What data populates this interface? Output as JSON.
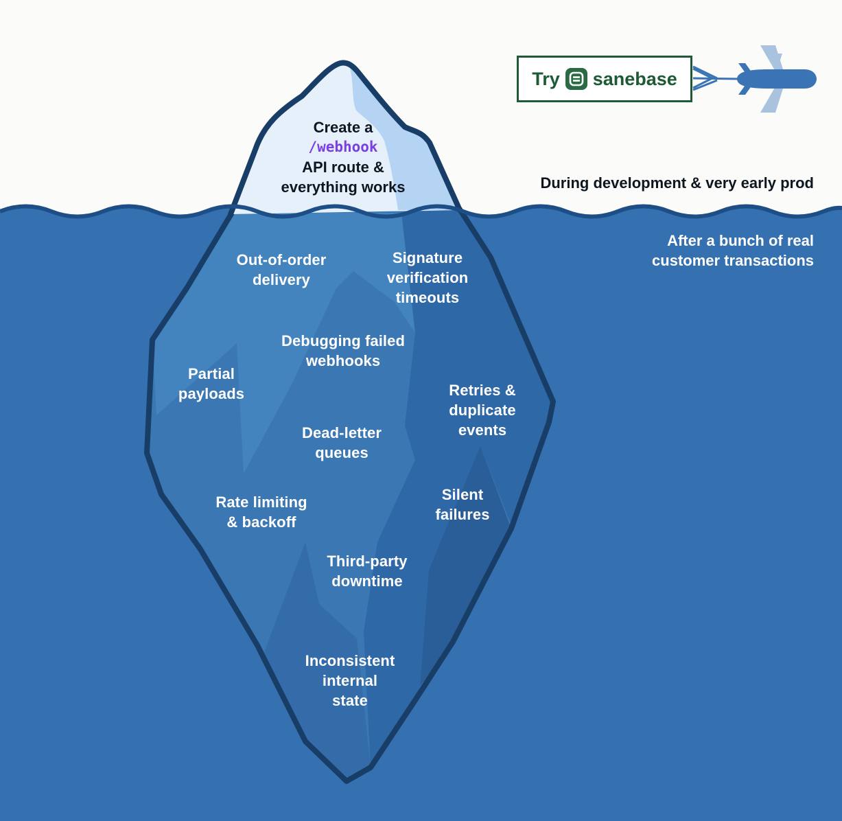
{
  "banner": {
    "try_label": "Try",
    "brand_name": "sanebase",
    "logo_icon": "sanebase-logo-icon"
  },
  "captions": {
    "above_water": "During development & very early prod",
    "below_water_lines": [
      "After a bunch of real",
      "customer transactions"
    ]
  },
  "tip": {
    "line1": "Create a",
    "line2_code": "/webhook",
    "line3": "API route &",
    "line4": "everything works"
  },
  "submerged_items": [
    {
      "id": "out-of-order-delivery",
      "lines": [
        "Out-of-order",
        "delivery"
      ]
    },
    {
      "id": "signature-verification-timeouts",
      "lines": [
        "Signature",
        "verification",
        "timeouts"
      ]
    },
    {
      "id": "debugging-failed-webhooks",
      "lines": [
        "Debugging failed",
        "webhooks"
      ]
    },
    {
      "id": "partial-payloads",
      "lines": [
        "Partial",
        "payloads"
      ]
    },
    {
      "id": "retries-duplicate-events",
      "lines": [
        "Retries &",
        "duplicate",
        "events"
      ]
    },
    {
      "id": "dead-letter-queues",
      "lines": [
        "Dead-letter",
        "queues"
      ]
    },
    {
      "id": "silent-failures",
      "lines": [
        "Silent",
        "failures"
      ]
    },
    {
      "id": "rate-limiting-backoff",
      "lines": [
        "Rate limiting",
        "& backoff"
      ]
    },
    {
      "id": "third-party-downtime",
      "lines": [
        "Third-party",
        "downtime"
      ]
    },
    {
      "id": "inconsistent-internal-state",
      "lines": [
        "Inconsistent",
        "internal",
        "state"
      ]
    }
  ],
  "colors": {
    "sky": "#fbfbf9",
    "water": "#3570b0",
    "waterline": "#1d4e86",
    "ice_outline": "#183d66",
    "ice_tip_light": "#e6f0fb",
    "ice_tip_shade": "#b5d3f2",
    "brand_green": "#1d5a35",
    "plane": "#3a74b4",
    "plane_wing": "#a9c3de",
    "accent_code": "#7a3fe0"
  }
}
